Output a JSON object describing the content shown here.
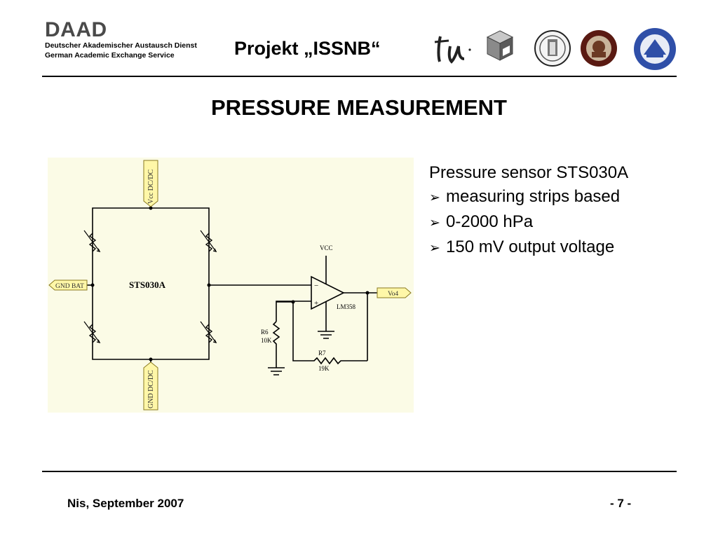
{
  "header": {
    "brand": "DAAD",
    "brand_line1": "Deutscher Akademischer Austausch Dienst",
    "brand_line2": "German Academic Exchange Service",
    "project": "Projekt „ISSNB“",
    "logo_names": [
      "tu-logo-icon",
      "cube-logo-icon",
      "university-seal-1-icon",
      "university-nis-seal-icon",
      "university-banja-luka-seal-icon"
    ]
  },
  "slide": {
    "title": "PRESSURE MEASUREMENT",
    "bullets": {
      "lead": "Pressure sensor STS030A",
      "items": [
        "measuring strips based",
        "0-2000 hPa",
        "150 mV output voltage"
      ]
    }
  },
  "circuit": {
    "vcc_dcdc": "Vcc DC/DC",
    "gnd_dcdc": "GND DC/DC",
    "gnd_bat": "GND BAT",
    "sensor": "STS030A",
    "vcc": "VCC",
    "opamp": "LM358",
    "minus": "−",
    "plus": "+",
    "out": "Vo4",
    "r6_name": "R6",
    "r6_value": "10K",
    "r7_name": "R7",
    "r7_value": "19K"
  },
  "footer": {
    "left": "Nis, September 2007",
    "right": "- 7 -"
  }
}
